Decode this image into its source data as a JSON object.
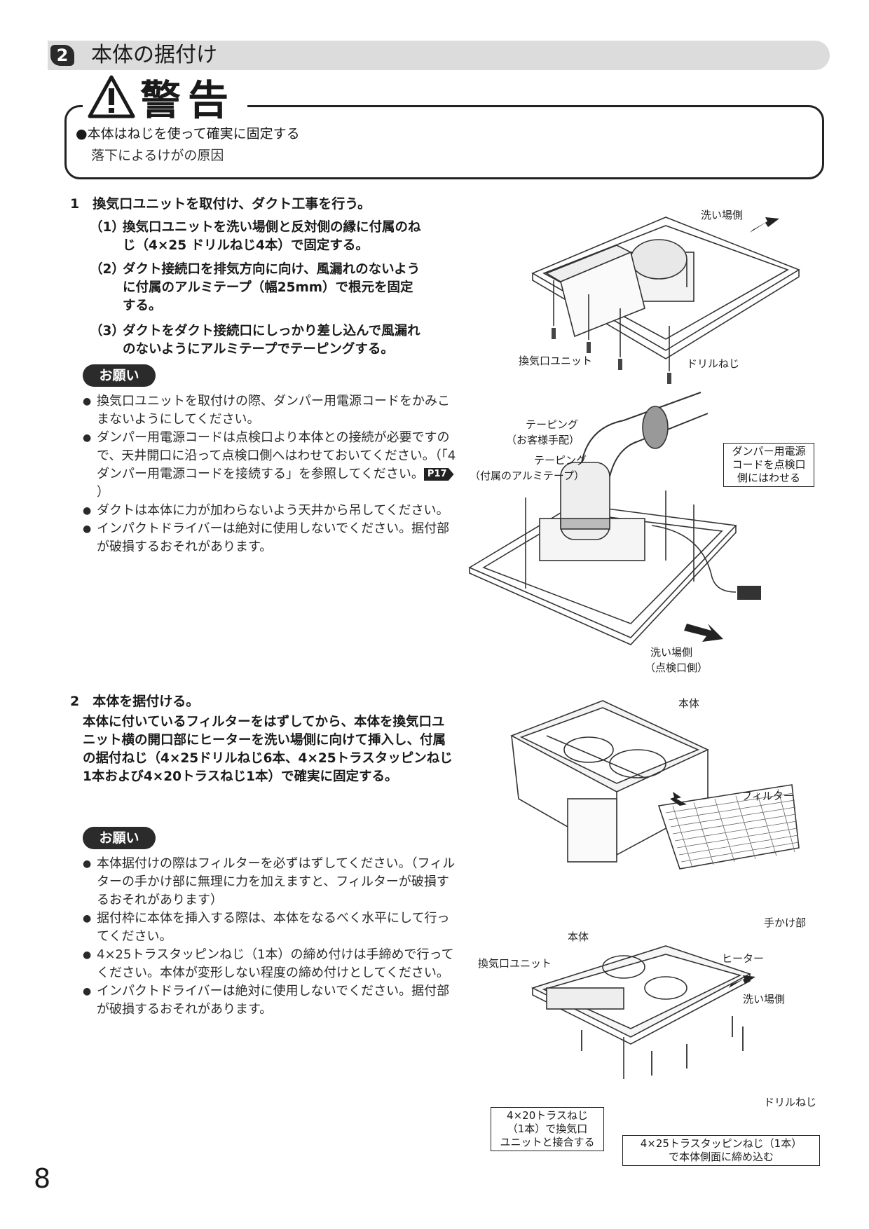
{
  "section": {
    "number": "2",
    "title": "本体の据付け"
  },
  "warning": {
    "title": "警告",
    "line1": "●本体はねじを使って確実に固定する",
    "line2": "落下によるけがの原因"
  },
  "step1": {
    "heading": "1　換気口ユニットを取付け、ダクト工事を行う。",
    "subs": [
      {
        "num": "（1）",
        "text": "換気口ユニットを洗い場側と反対側の縁に付属のねじ（4×25 ドリルねじ4本）で固定する。"
      },
      {
        "num": "（2）",
        "text": "ダクト接続口を排気方向に向け、風漏れのないように付属のアルミテープ（幅25mm）で根元を固定する。"
      },
      {
        "num": "（3）",
        "text": "ダクトをダクト接続口にしっかり差し込んで風漏れのないようにアルミテープでテーピングする。"
      }
    ],
    "notice_label": "お願い",
    "notes": [
      "換気口ユニットを取付けの際、ダンパー用電源コードをかみこまないようにしてください。",
      "ダンパー用電源コードは点検口より本体との接続が必要ですので、天井開口に沿って点検口側へはわせておいてください。（「4 ダンパー用電源コードを接続する」を参照してください。",
      "ダクトは本体に力が加わらないよう天井から吊してください。",
      "インパクトドライバーは絶対に使用しないでください。据付部が破損するおそれがあります。"
    ],
    "ref_badge": "P17",
    "ref_close": "）"
  },
  "step2": {
    "heading": "2　本体を据付ける。",
    "body": "本体に付いているフィルターをはずしてから、本体を換気口ユニット横の開口部にヒーターを洗い場側に向けて挿入し、付属の据付ねじ（4×25ドリルねじ6本、4×25トラスタッピンねじ1本および4×20トラスねじ1本）で確実に固定する。",
    "notice_label": "お願い",
    "notes": [
      "本体据付けの際はフィルターを必ずはずしてください。（フィルターの手かけ部に無理に力を加えますと、フィルターが破損するおそれがあります）",
      "据付枠に本体を挿入する際は、本体をなるべく水平にして行ってください。",
      "4×25トラスタッピンねじ（1本）の締め付けは手締めで行ってください。本体が変形しない程度の締め付けとしてください。",
      "インパクトドライバーは絶対に使用しないでください。据付部が破損するおそれがあります。"
    ]
  },
  "fig1": {
    "wash_side": "洗い場側",
    "vent_unit": "換気口ユニット",
    "drill_screw": "ドリルねじ"
  },
  "fig2": {
    "taping1": "テーピング",
    "taping1_sub": "（お客様手配）",
    "taping2": "テーピング",
    "taping2_sub": "（付属のアルミテープ）",
    "cord_box": [
      "ダンパー用電源",
      "コードを点検口",
      "側にはわせる"
    ],
    "wash_side": "洗い場側",
    "wash_side_sub": "（点検口側）"
  },
  "fig3": {
    "body": "本体",
    "filter": "フィルター",
    "handle": "手かけ部"
  },
  "fig4": {
    "body": "本体",
    "vent_unit": "換気口ユニット",
    "heater": "ヒーター",
    "wash_side": "洗い場側",
    "drill_screw": "ドリルねじ",
    "box_left": [
      "4×20トラスねじ",
      "（1本）で換気口",
      "ユニットと接合する"
    ],
    "box_right": [
      "4×25トラスタッピンねじ（1本）",
      "で本体側面に締め込む"
    ]
  },
  "page_number": "8"
}
